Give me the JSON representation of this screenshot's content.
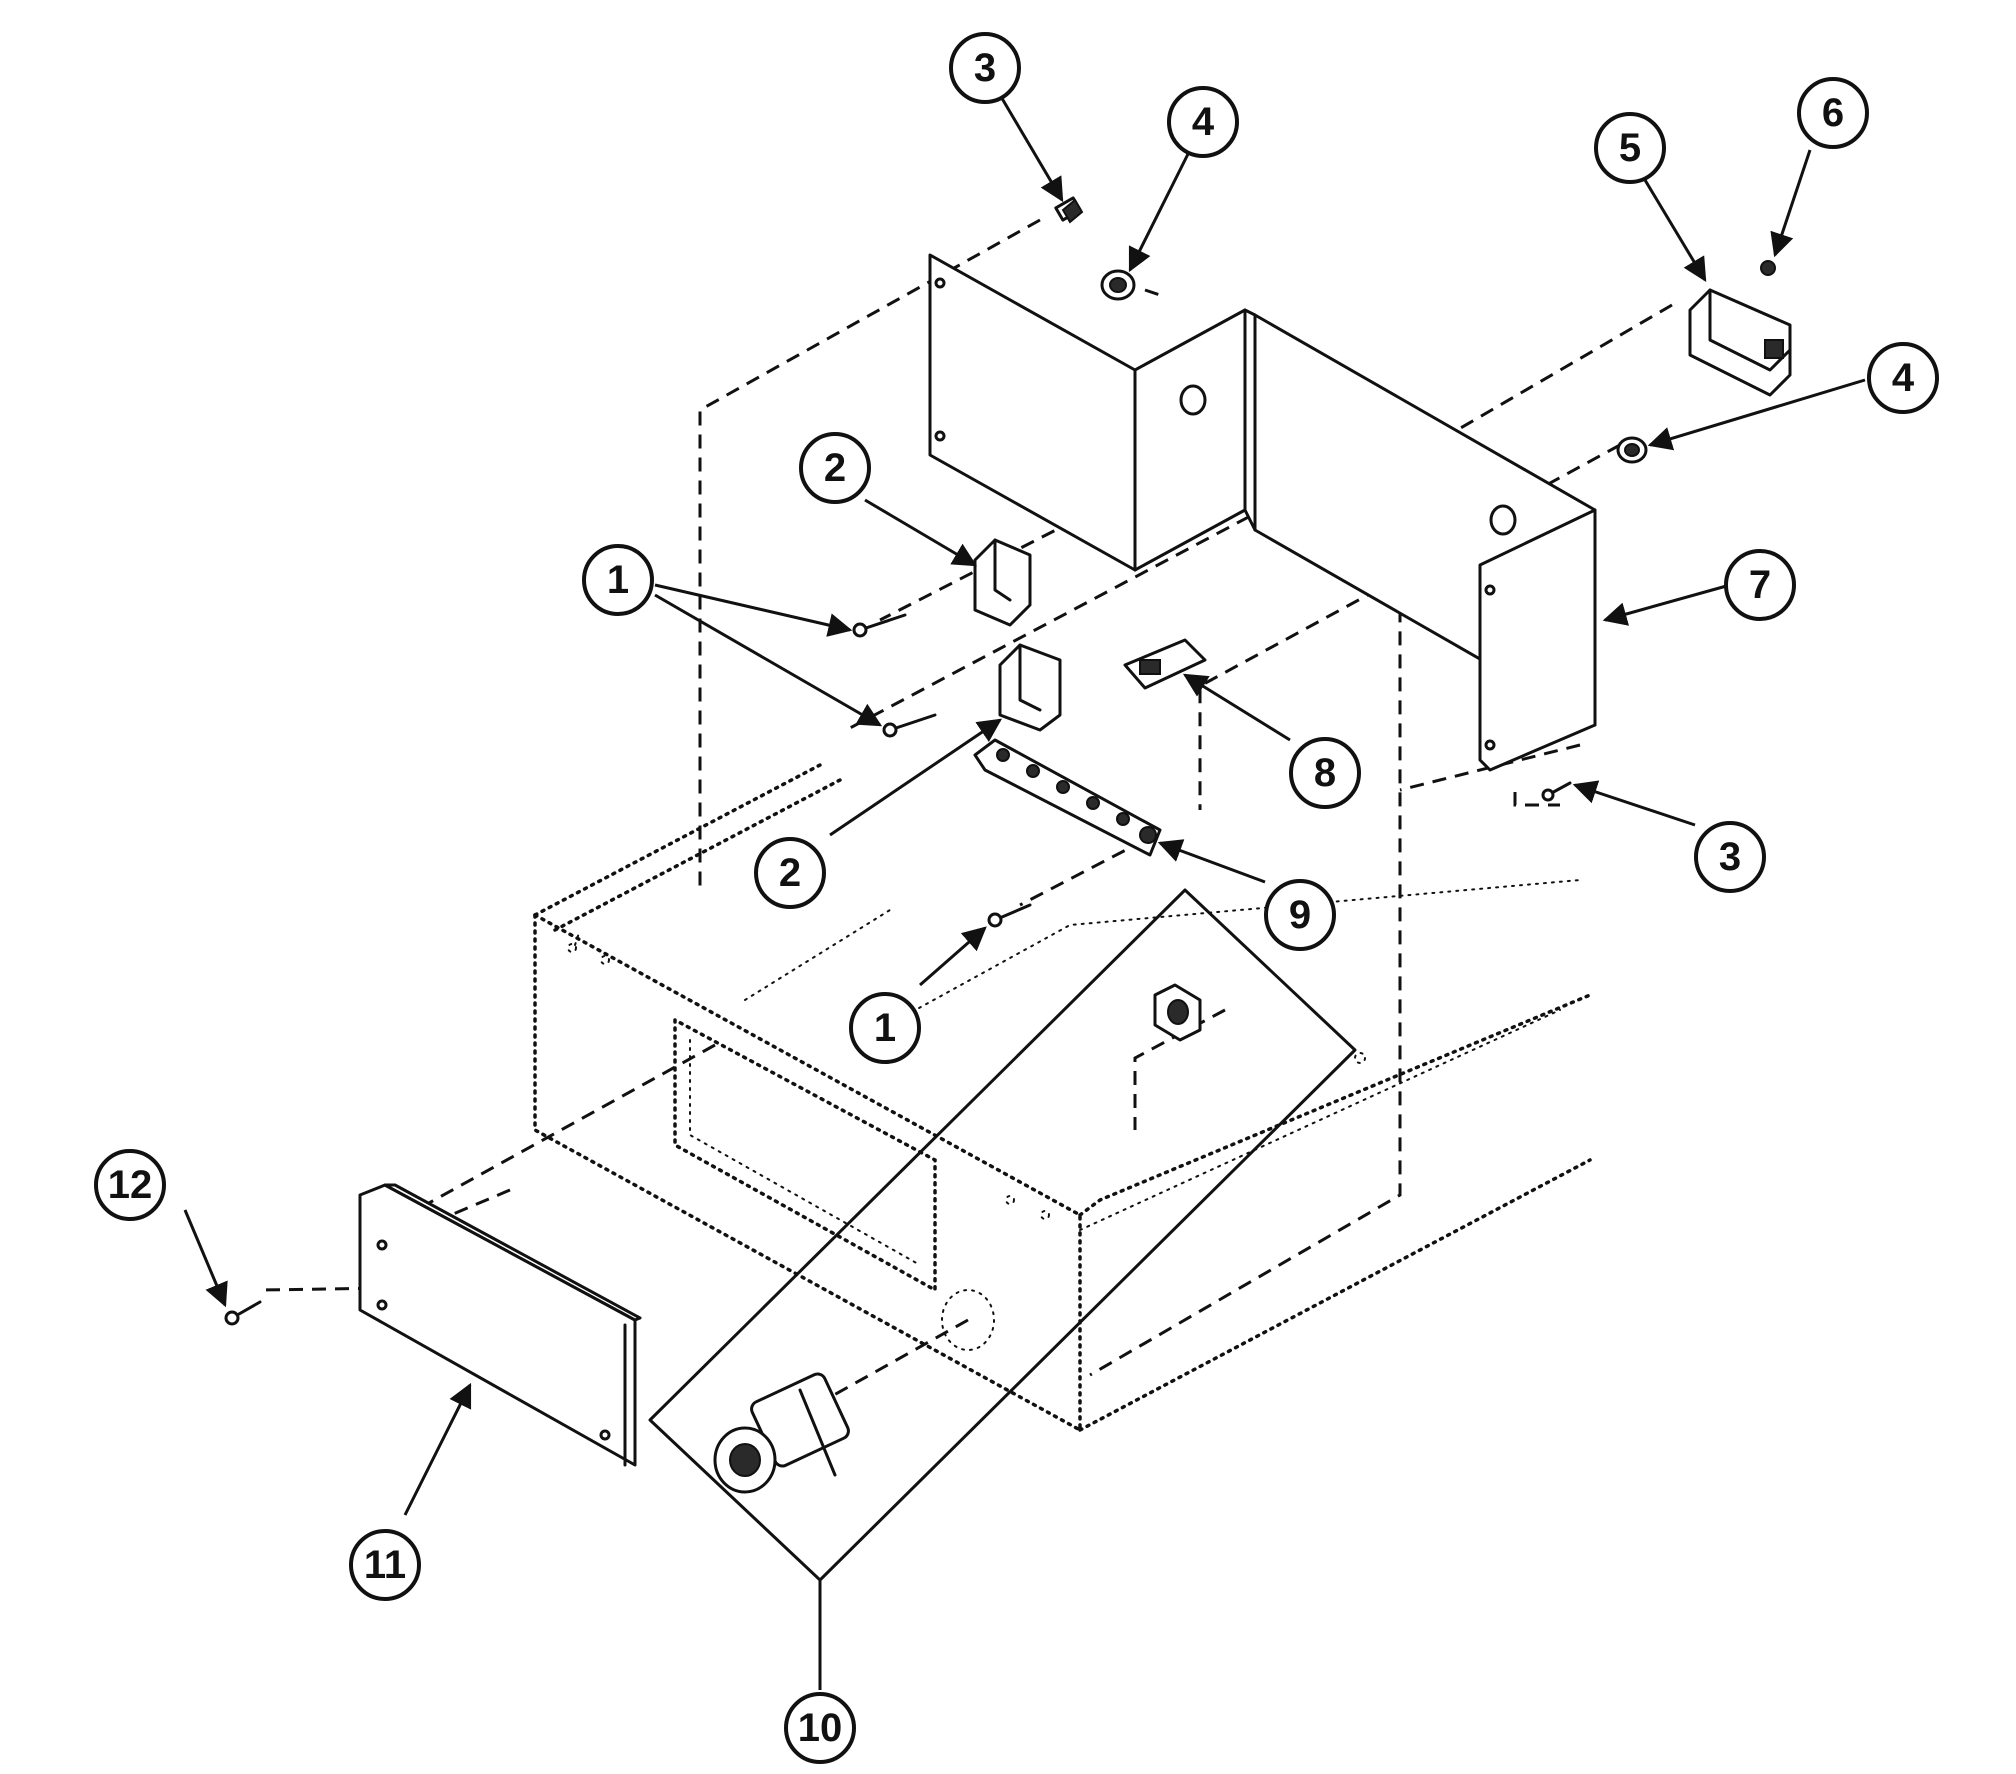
{
  "diagram": {
    "callouts": [
      {
        "id": "c3a",
        "label": "3"
      },
      {
        "id": "c4a",
        "label": "4"
      },
      {
        "id": "c5",
        "label": "5"
      },
      {
        "id": "c6",
        "label": "6"
      },
      {
        "id": "c4b",
        "label": "4"
      },
      {
        "id": "c2a",
        "label": "2"
      },
      {
        "id": "c1a",
        "label": "1"
      },
      {
        "id": "c7",
        "label": "7"
      },
      {
        "id": "c8",
        "label": "8"
      },
      {
        "id": "c2b",
        "label": "2"
      },
      {
        "id": "c3b",
        "label": "3"
      },
      {
        "id": "c9",
        "label": "9"
      },
      {
        "id": "c1b",
        "label": "1"
      },
      {
        "id": "c12",
        "label": "12"
      },
      {
        "id": "c11",
        "label": "11"
      },
      {
        "id": "c10",
        "label": "10"
      }
    ],
    "colors": {
      "ink": "#111111",
      "paper": "#ffffff"
    }
  }
}
